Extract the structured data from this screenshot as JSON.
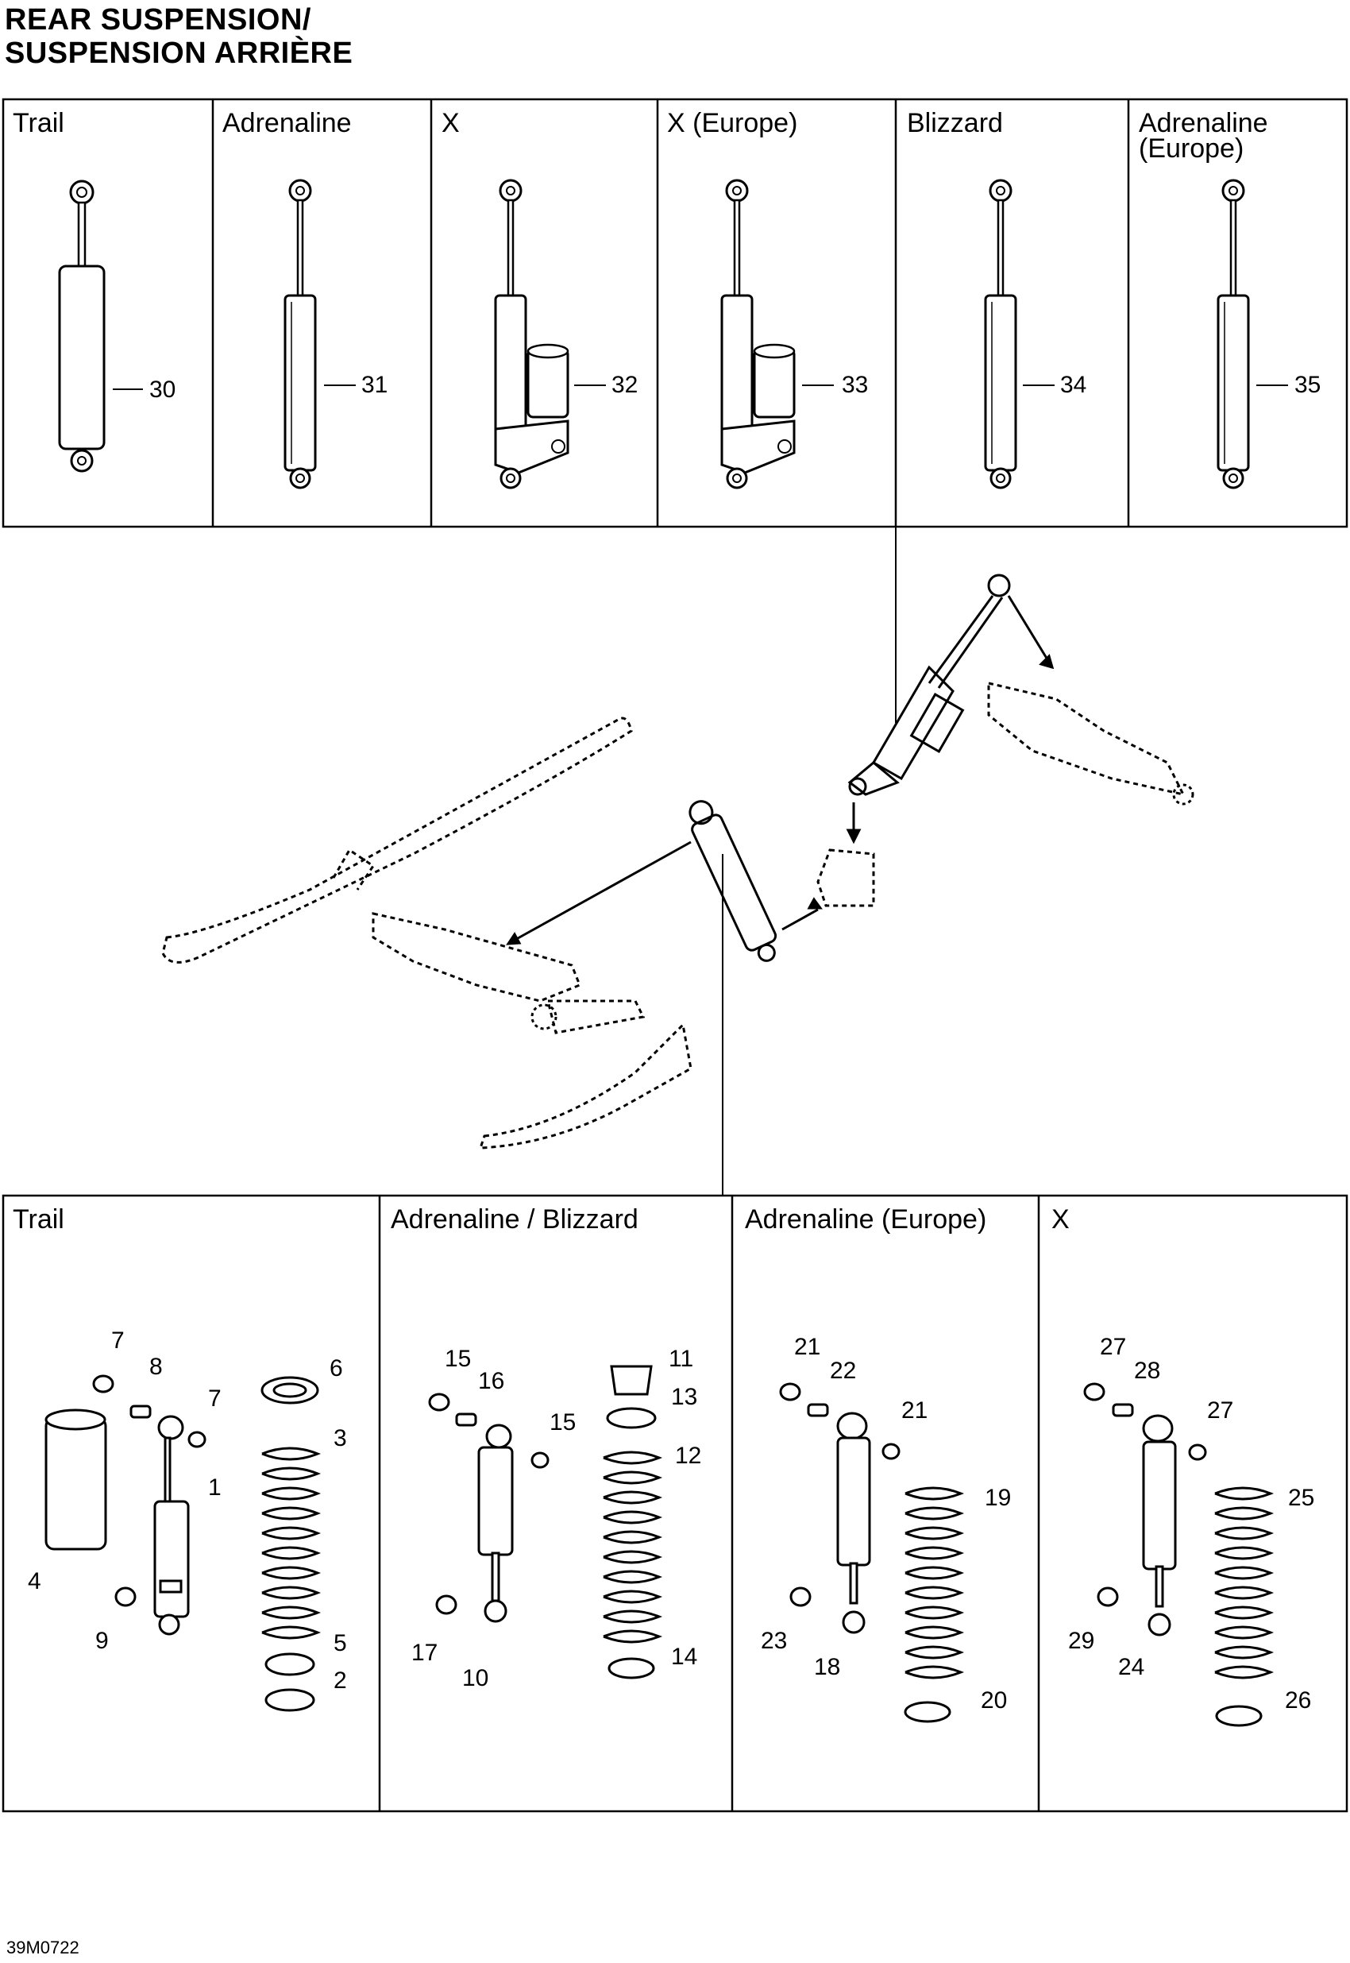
{
  "title": {
    "line1": "REAR SUSPENSION/",
    "line2": "SUSPENSION ARRIÈRE"
  },
  "top_row": [
    {
      "label": "Trail",
      "callout": "30"
    },
    {
      "label": "Adrenaline",
      "callout": "31"
    },
    {
      "label": "X",
      "callout": "32"
    },
    {
      "label": "X (Europe)",
      "callout": "33"
    },
    {
      "label": "Blizzard",
      "callout": "34"
    },
    {
      "label_line1": "Adrenaline",
      "label_line2": "(Europe)",
      "callout": "35"
    }
  ],
  "bottom_row": [
    {
      "label": "Trail",
      "callouts": [
        "7",
        "8",
        "7",
        "6",
        "3",
        "1",
        "4",
        "9",
        "5",
        "2"
      ]
    },
    {
      "label": "Adrenaline / Blizzard",
      "callouts": [
        "15",
        "16",
        "15",
        "11",
        "13",
        "12",
        "17",
        "10",
        "14"
      ]
    },
    {
      "label": "Adrenaline (Europe)",
      "callouts": [
        "21",
        "22",
        "21",
        "19",
        "23",
        "18",
        "20"
      ]
    },
    {
      "label": "X",
      "callouts": [
        "27",
        "28",
        "27",
        "25",
        "29",
        "24",
        "26"
      ]
    }
  ],
  "figure_code": "39M0722"
}
